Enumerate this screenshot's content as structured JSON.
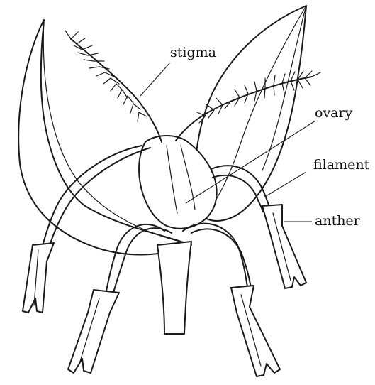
{
  "labels": {
    "stigma": "stigma",
    "ovary": "ovary",
    "filament": "filament",
    "anther": "anther"
  }
}
